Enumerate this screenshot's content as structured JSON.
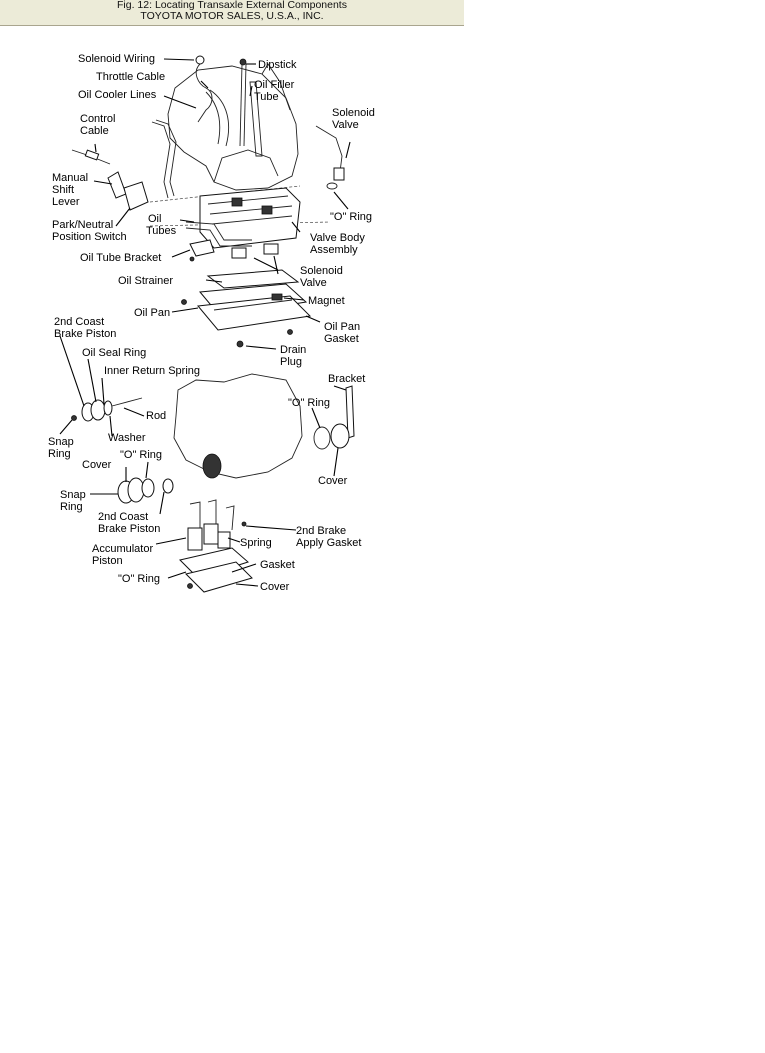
{
  "caption": {
    "title": "Fig. 12: Locating Transaxle External Components",
    "credit": "TOYOTA MOTOR SALES, U.S.A., INC."
  },
  "labels": {
    "solenoid_wiring": "Solenoid Wiring",
    "dipstick": "Dipstick",
    "throttle_cable": "Throttle Cable",
    "oil_filler_tube_1": "Oil Filler",
    "oil_filler_tube_2": "Tube",
    "oil_cooler_lines": "Oil Cooler Lines",
    "solenoid_valve_top_1": "Solenoid",
    "solenoid_valve_top_2": "Valve",
    "control_cable_1": "Control",
    "control_cable_2": "Cable",
    "manual_shift_lever_1": "Manual",
    "manual_shift_lever_2": "Shift",
    "manual_shift_lever_3": "Lever",
    "o_ring_top": "\"O\" Ring",
    "oil_tubes_1": "Oil",
    "oil_tubes_2": "Tubes",
    "park_neutral_1": "Park/Neutral",
    "park_neutral_2": "Position Switch",
    "valve_body_1": "Valve Body",
    "valve_body_2": "Assembly",
    "oil_tube_bracket": "Oil Tube Bracket",
    "solenoid_valve_mid_1": "Solenoid",
    "solenoid_valve_mid_2": "Valve",
    "oil_strainer": "Oil Strainer",
    "magnet": "Magnet",
    "oil_pan": "Oil Pan",
    "oil_pan_gasket_1": "Oil Pan",
    "oil_pan_gasket_2": "Gasket",
    "second_coast_piston_top_1": "2nd Coast",
    "second_coast_piston_top_2": "Brake Piston",
    "drain_plug_1": "Drain",
    "drain_plug_2": "Plug",
    "oil_seal_ring": "Oil Seal Ring",
    "inner_return_spring": "Inner Return Spring",
    "bracket": "Bracket",
    "o_ring_right": "\"O\" Ring",
    "rod": "Rod",
    "snap_ring_top_1": "Snap",
    "snap_ring_top_2": "Ring",
    "washer": "Washer",
    "cover_left": "Cover",
    "o_ring_left": "\"O\" Ring",
    "cover_right": "Cover",
    "snap_ring_bottom_1": "Snap",
    "snap_ring_bottom_2": "Ring",
    "second_coast_piston_bottom_1": "2nd Coast",
    "second_coast_piston_bottom_2": "Brake Piston",
    "second_brake_gasket_1": "2nd Brake",
    "second_brake_gasket_2": "Apply Gasket",
    "accumulator_piston_1": "Accumulator",
    "accumulator_piston_2": "Piston",
    "spring": "Spring",
    "gasket": "Gasket",
    "o_ring_bottom": "\"O\" Ring",
    "cover_bottom": "Cover"
  }
}
